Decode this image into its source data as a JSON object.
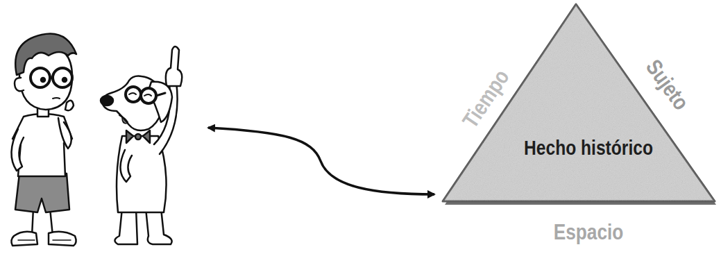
{
  "diagram": {
    "nodes": [
      {
        "text": [
          "Hecho histórico"
        ]
      }
    ],
    "labels": [
      "Tiempo",
      "Sujeto",
      "Espacio"
    ]
  }
}
